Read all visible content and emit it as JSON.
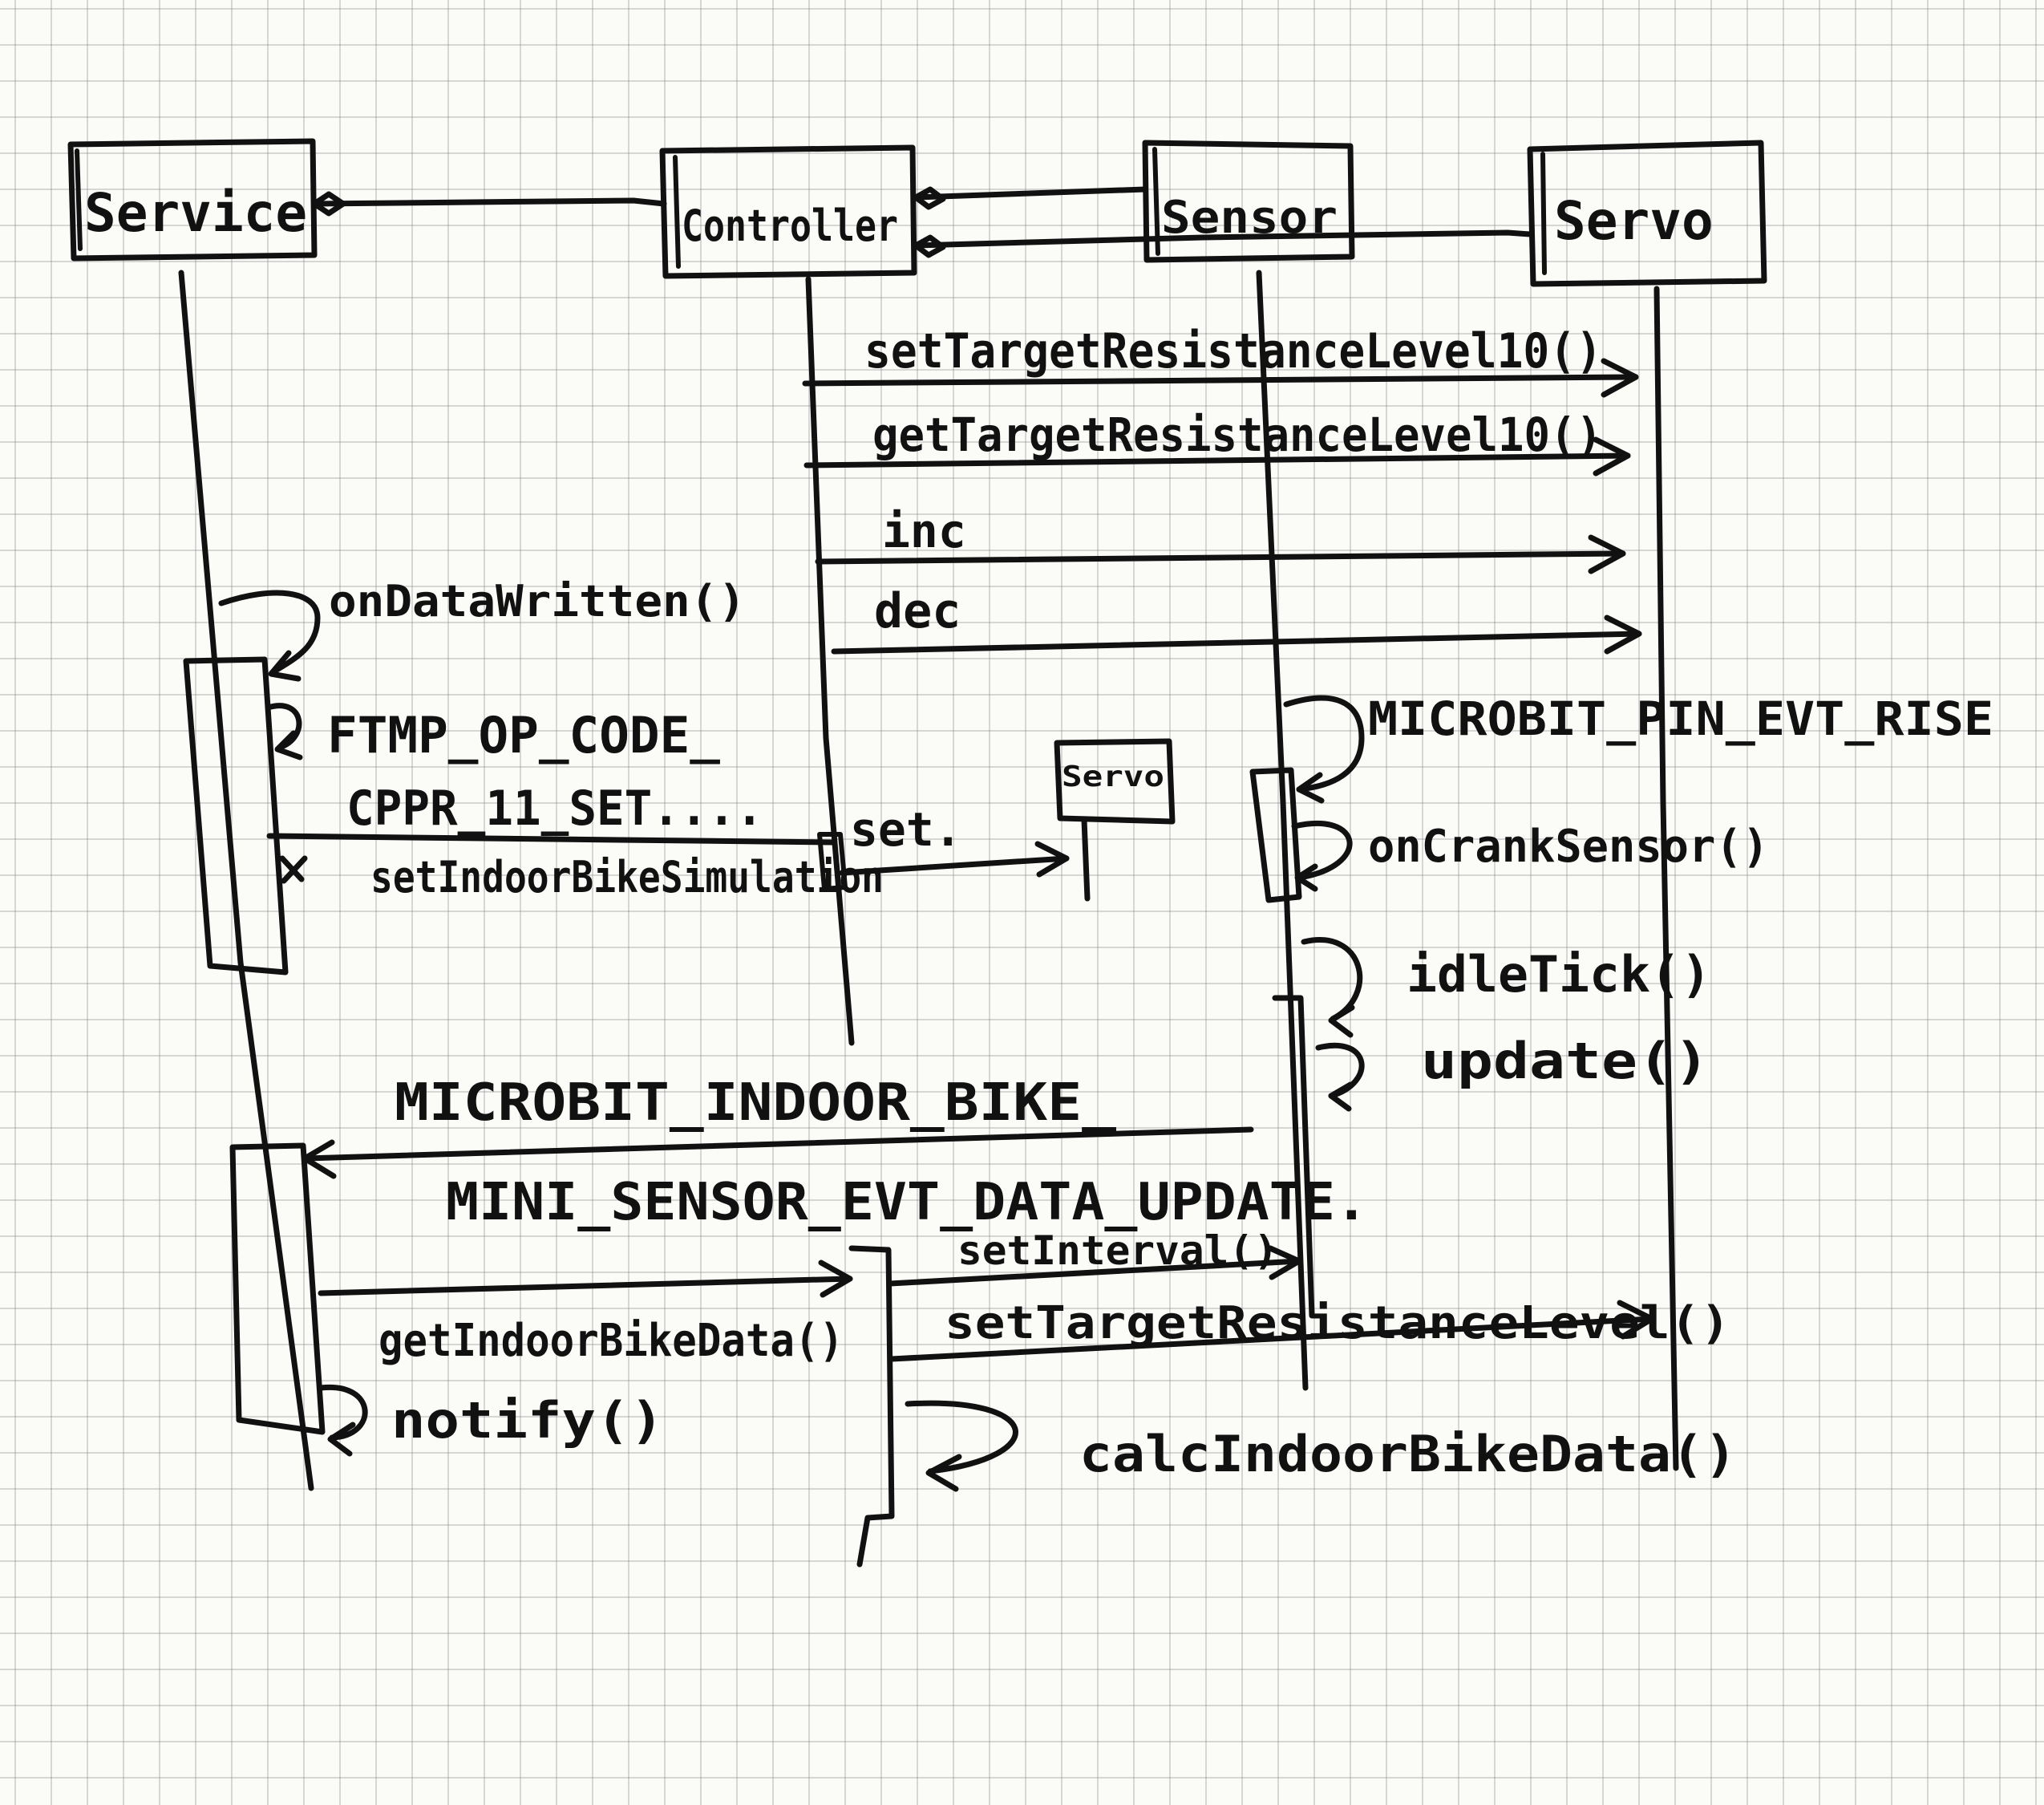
{
  "participants": {
    "service": "Service",
    "controller": "Controller",
    "sensor": "Sensor",
    "servo": "Servo",
    "servo_small": "Servo"
  },
  "messages": {
    "set_target_resistance_level": "setTargetResistanceLevel10()",
    "get_target_resistance_level": "getTargetResistanceLevel10()",
    "inc": "inc",
    "dec": "dec",
    "on_data_written": "onDataWritten()",
    "ftmp_op_code_line1": "FTMP_OP_CODE_",
    "ftmp_op_code_line2": "CPPR_11_SET....",
    "set": "set.",
    "set_indoor_bike_simulation": "setIndoorBikeSimulation",
    "pin_evt_rise": "MICROBIT_PIN_EVT_RISE",
    "on_crank_sensor": "onCrankSensor()",
    "idle_tick": "idleTick()",
    "update": "update()",
    "data_update_line1": "MICROBIT_INDOOR_BIKE_",
    "data_update_line2": "MINI_SENSOR_EVT_DATA_UPDATE.",
    "set_interval": "setInterval()",
    "set_target_resistance_level_2": "setTargetResistanceLevel()",
    "get_indoor_bike_data": "getIndoorBikeData()",
    "notify": "notify()",
    "calc_indoor_bike_data": "calcIndoorBikeData()"
  }
}
